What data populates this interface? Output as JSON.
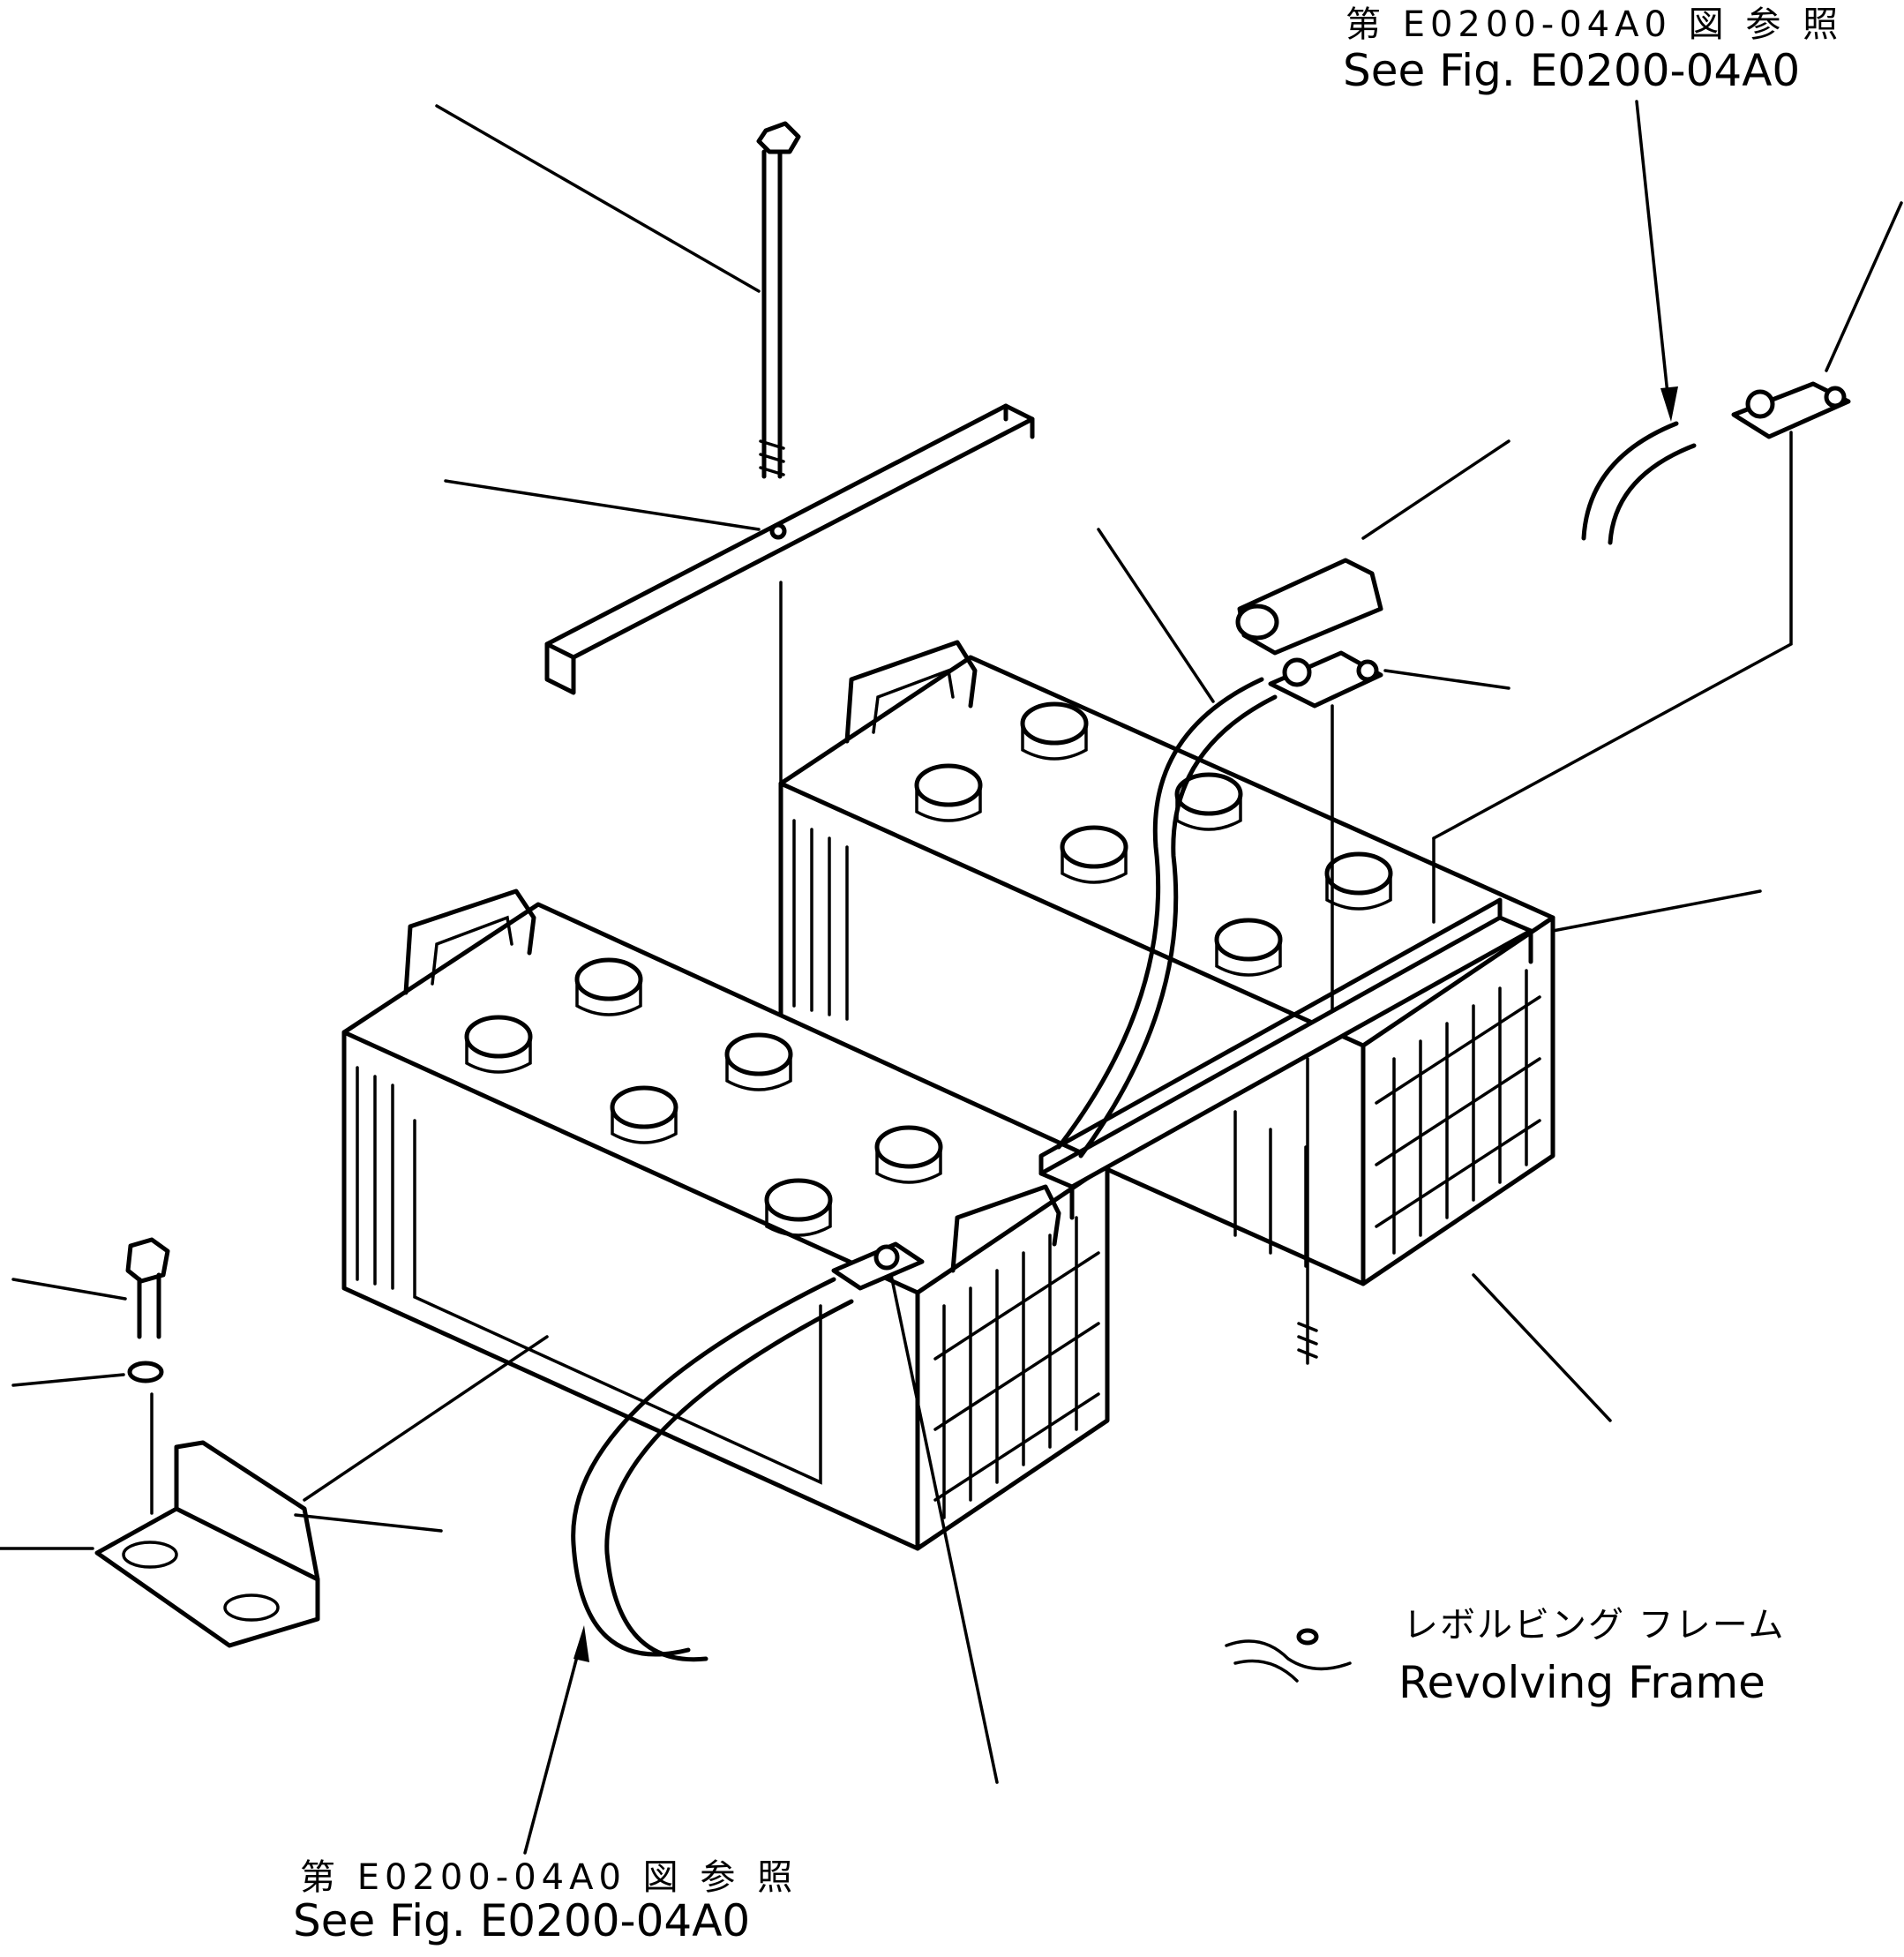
{
  "callouts": {
    "top_right_jp": "第 E0200-04A0 図 参 照",
    "top_right_en": "See Fig. E0200-04A0",
    "bottom_left_jp": "第 E0200-04A0 図 参 照",
    "bottom_left_en": "See Fig. E0200-04A0"
  },
  "frame_label": {
    "jp": "レボルビング フレーム",
    "en": "Revolving Frame"
  },
  "icons": [
    "battery",
    "battery",
    "hold-down-bar",
    "bolt-rod",
    "cable",
    "terminal-clamp",
    "terminal-cap",
    "bracket",
    "bolt",
    "washer"
  ]
}
